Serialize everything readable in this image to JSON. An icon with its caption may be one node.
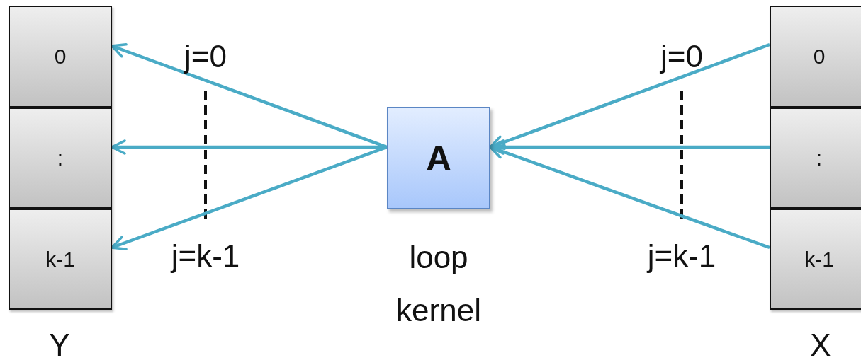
{
  "diagram": {
    "nodes": [
      {
        "text": [
          "0"
        ]
      },
      {
        "text": [
          ":"
        ]
      },
      {
        "text": [
          "k-1"
        ]
      },
      {
        "text": [
          "A"
        ],
        "beside": [
          "loop kernel"
        ]
      },
      {
        "text": [
          "0"
        ]
      },
      {
        "text": [
          ":"
        ]
      },
      {
        "text": [
          "k-1"
        ]
      }
    ],
    "edges": [
      {
        "from": 3,
        "to": 0,
        "arrow": "to"
      },
      {
        "from": 3,
        "to": 1,
        "arrow": "to"
      },
      {
        "from": 3,
        "to": 2,
        "arrow": "to"
      },
      {
        "from": 4,
        "to": 3,
        "arrow": "to"
      },
      {
        "from": 5,
        "to": 3,
        "arrow": "to"
      },
      {
        "from": 6,
        "to": 3,
        "arrow": "to"
      }
    ],
    "labels": [
      "j=0",
      "j=0",
      "j=k-1",
      "j=k-1",
      "Y",
      "X"
    ]
  }
}
